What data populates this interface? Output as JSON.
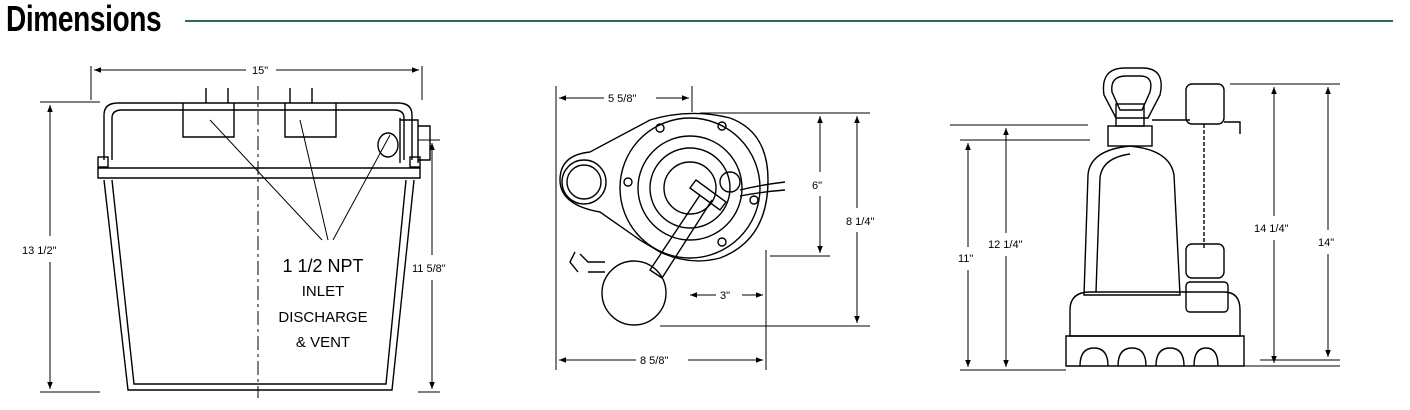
{
  "header": {
    "title": "Dimensions",
    "rule_color": "#2e6b4a"
  },
  "basin": {
    "dims": {
      "width": "15\"",
      "height": "13 1/2\"",
      "inlet_height": "11 5/8\""
    },
    "callout": [
      "1 1/2 NPT",
      "INLET",
      "DISCHARGE",
      "& VENT"
    ]
  },
  "pump_top": {
    "dims": {
      "offset": "5 5/8\"",
      "depth": "6\"",
      "length": "8 1/4\"",
      "float_offset": "3\"",
      "width": "8 5/8\""
    }
  },
  "pump_side": {
    "dims": {
      "body": "11\"",
      "discharge": "12 1/4\"",
      "handle": "14 1/4\"",
      "overall": "14\""
    }
  },
  "colors": {
    "line": "#000000",
    "rule": "#2e6b4a"
  }
}
